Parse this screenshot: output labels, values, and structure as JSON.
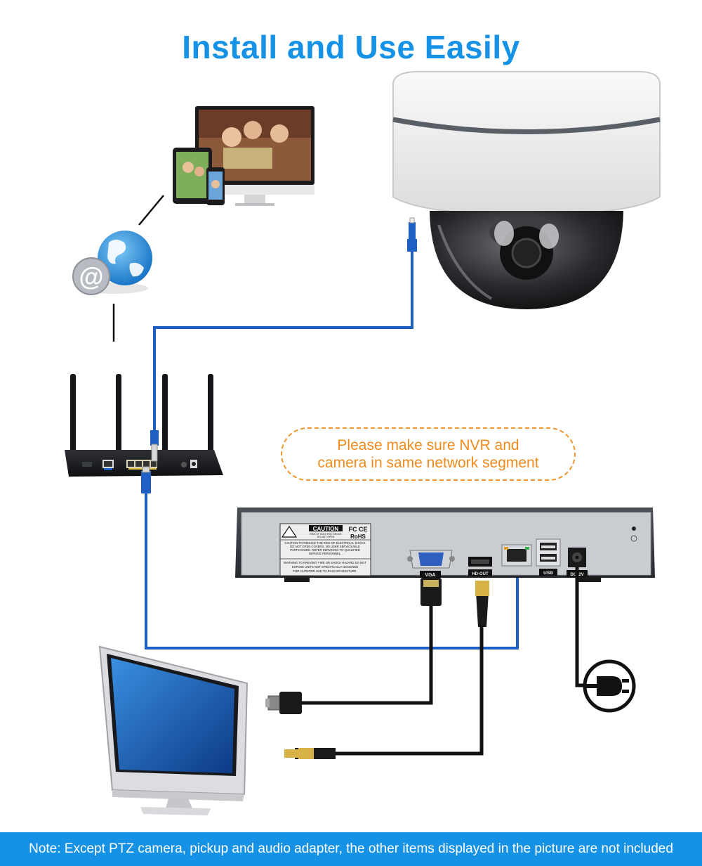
{
  "title": "Install and Use Easily",
  "note": {
    "line1": "Please make sure NVR and",
    "line2": "camera in same network segment"
  },
  "nvr": {
    "caution_title": "CAUTION",
    "caution_sub1": "RISK OF ELECTRIC SHOCK",
    "caution_sub2": "DO NOT OPEN",
    "caution_lines": [
      "CAUTION TO REDUCE THE RISK OF ELECTRICAL SHOCK",
      "DO NOT OPEN COVERS. NO USER SERVICEABLE",
      "PARTS INSIDE. REFER SERVICING TO QUALIFIED",
      "SERVICE PERSONNEL."
    ],
    "warning_lines": [
      "WARNING TO PREVENT FIRE OR SHOCK HAZARD DO NOT",
      "EXPOSE UNITS NOT SPECIFICALLY DESIGNED",
      "FOR OUTDOOR USE TO RAIN OR MOISTURE."
    ],
    "fc_mark": "FC CE",
    "rohs_mark": "RoHS",
    "port_vga": "VGA",
    "port_hdmi": "HD-OUT",
    "port_usb": "USB",
    "port_dc": "DC12V"
  },
  "globe_symbol": "@",
  "footer": "Note: Except  PTZ camera, pickup and audio adapter, the other items displayed in the picture are not included",
  "colors": {
    "title_blue": "#1592e6",
    "cable_blue": "#1d5fc2",
    "note_orange": "#f28a1b",
    "footer_blue": "#1592e6"
  }
}
